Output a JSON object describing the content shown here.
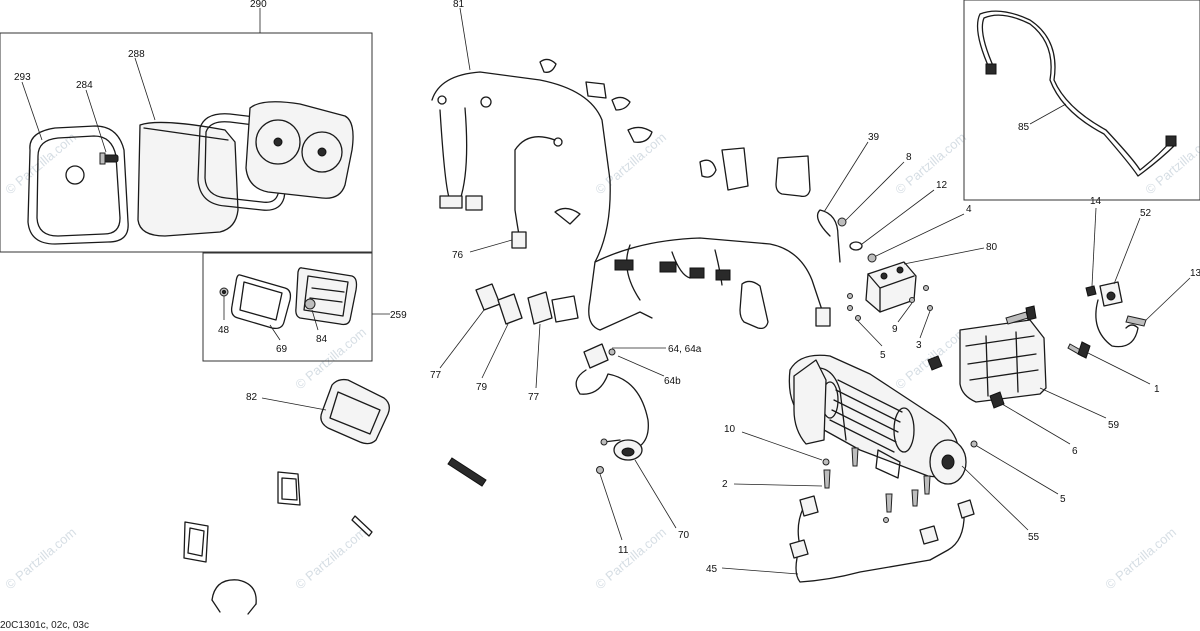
{
  "watermark": "© Partzilla.com",
  "reference_code": "20C1301c, 02c, 03c",
  "callouts": {
    "c290": "290",
    "c293": "293",
    "c284": "284",
    "c288": "288",
    "c48": "48",
    "c69": "69",
    "c84": "84",
    "c259": "259",
    "c82": "82",
    "c81": "81",
    "c76": "76",
    "c77a": "77",
    "c79": "79",
    "c77b": "77",
    "c64": "64, 64a",
    "c64b": "64b",
    "c70": "70",
    "c11": "11",
    "c39": "39",
    "c8": "8",
    "c12": "12",
    "c4": "4",
    "c80": "80",
    "c9": "9",
    "c3": "3",
    "c5a": "5",
    "c10": "10",
    "c2": "2",
    "c6": "6",
    "c59": "59",
    "c1": "1",
    "c5b": "5",
    "c55": "55",
    "c45": "45",
    "c85": "85",
    "c14": "14",
    "c52": "52",
    "c13": "13"
  }
}
